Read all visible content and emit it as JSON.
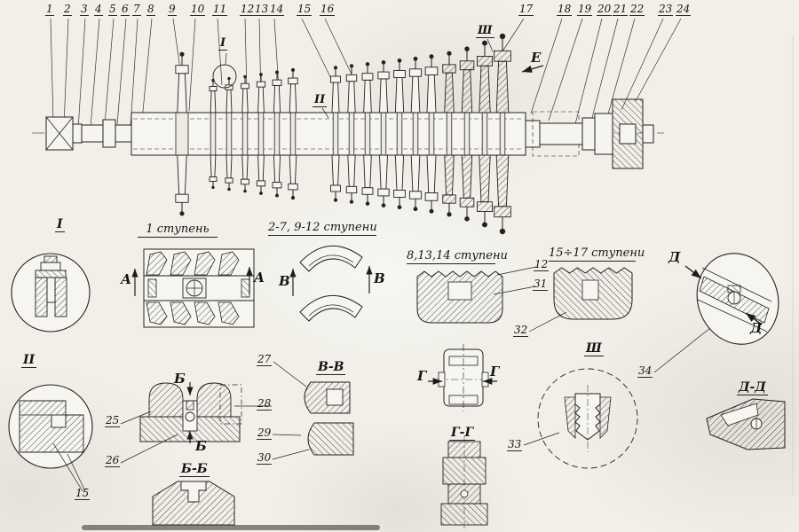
{
  "paper": "#f1efe8",
  "ink": "#222222",
  "callouts_top": [
    "1",
    "2",
    "3",
    "4",
    "5",
    "6",
    "7",
    "8",
    "9",
    "10",
    "11",
    "12",
    "13",
    "14",
    "15",
    "16",
    "17",
    "18",
    "19",
    "20",
    "21",
    "22",
    "23",
    "24"
  ],
  "detail_callouts": {
    "n12": "12",
    "n15": "15",
    "n25": "25",
    "n26": "26",
    "n27": "27",
    "n28": "28",
    "n29": "29",
    "n30": "30",
    "n31": "31",
    "n32": "32",
    "n33": "33",
    "n34": "34"
  },
  "stage_labels": {
    "s1": "1 ступень",
    "s2_7": "2-7, 9-12 ступени",
    "s8": "8,13,14 ступени",
    "s15": "15÷17 ступени"
  },
  "section_labels": {
    "bb": "Б-Б",
    "vv": "В-В",
    "gg": "Г-Г",
    "dd": "Д-Д"
  },
  "view_letters": {
    "a": "А",
    "v": "В",
    "g": "Г",
    "d": "Д",
    "b": "Б",
    "e": "Е"
  },
  "detail_markers": {
    "i": "I",
    "ii": "II",
    "iii": "Ш"
  }
}
